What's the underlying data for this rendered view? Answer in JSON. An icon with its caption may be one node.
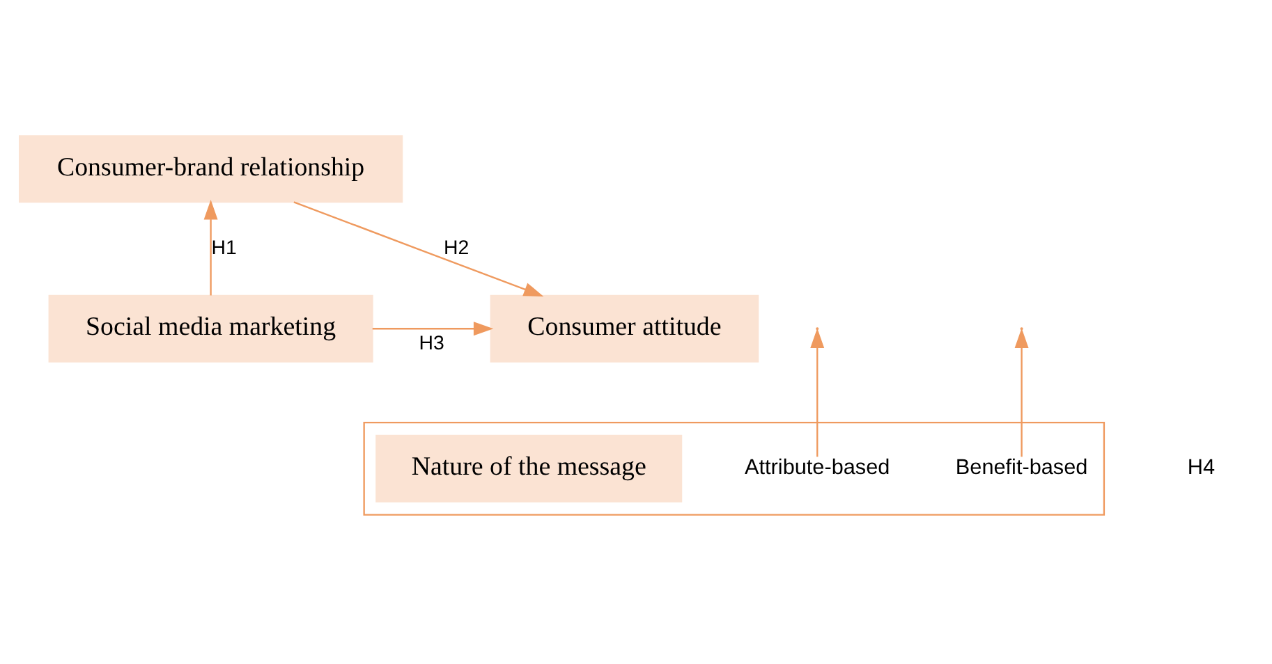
{
  "diagram": {
    "nodes": [
      {
        "text": [
          "Social media marketing"
        ]
      },
      {
        "text": [
          "Consumer-brand relationship"
        ]
      },
      {
        "text": [
          "Consumer attitude"
        ]
      },
      {
        "text": [],
        "shape": "box"
      },
      {
        "text": [
          "Attribute-based"
        ],
        "in": 3
      },
      {
        "text": [
          "Benefit-based"
        ],
        "in": 3
      },
      {
        "text": [
          "Nature of the message"
        ],
        "in": 3
      }
    ],
    "edges": [
      {
        "from": 0,
        "to": 1,
        "arrow": "to",
        "label": "H1"
      },
      {
        "from": 1,
        "to": 2,
        "arrow": "to",
        "label": "H2"
      },
      {
        "from": 0,
        "to": 2,
        "arrow": "to",
        "label": "H3"
      },
      {
        "from": 4,
        "to": null,
        "arrow": "to"
      },
      {
        "from": 5,
        "to": null,
        "arrow": "to"
      }
    ],
    "labels": [
      "H4"
    ]
  }
}
